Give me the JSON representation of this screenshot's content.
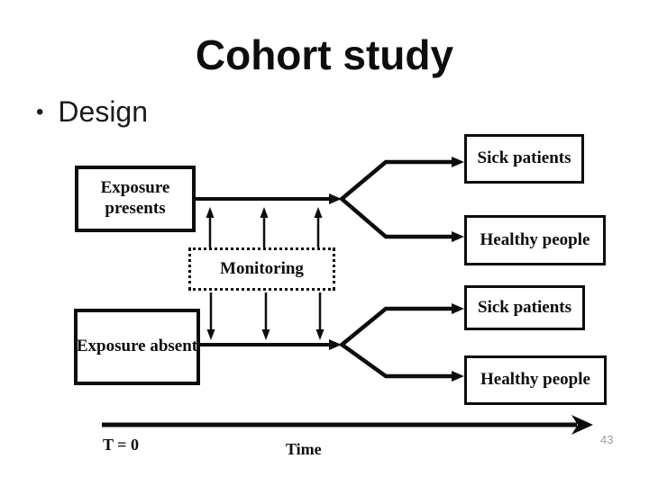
{
  "slide": {
    "title": "Cohort study",
    "bullet_char": "•",
    "bullet_item": "Design",
    "page_number": "43"
  },
  "diagram": {
    "boxes": {
      "exposure_present": "Exposure presents",
      "exposure_absent": "Exposure absent",
      "monitoring": "Monitoring",
      "sick_top": "Sick patients",
      "healthy_top": "Healthy people",
      "sick_bottom": "Sick patients",
      "healthy_bottom": "Healthy people"
    },
    "timeline": {
      "origin_label": "T = 0",
      "axis_label": "Time"
    }
  },
  "colors": {
    "background": "#ffffff",
    "text": "#0d0d0d",
    "line": "#0d0d0d",
    "page_number": "#9b9b9b"
  }
}
